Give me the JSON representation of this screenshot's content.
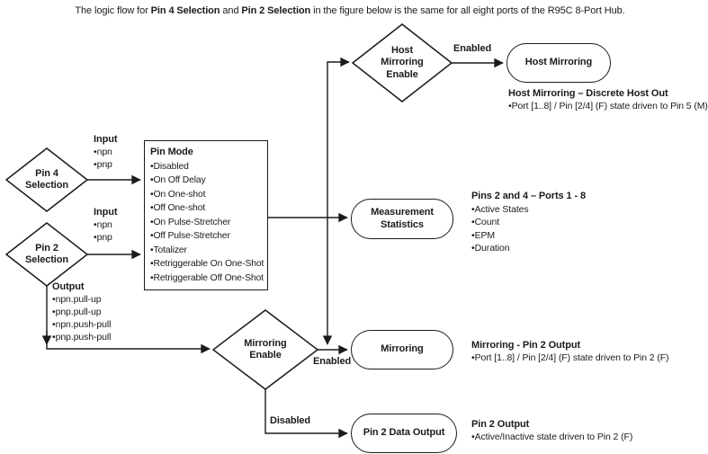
{
  "page": {
    "title": {
      "prefix": "The logic flow for ",
      "bold1": "Pin 4 Selection",
      "mid": " and ",
      "bold2": "Pin 2 Selection",
      "suffix": " in the figure below is the same for all eight ports of the R95C 8-Port Hub."
    }
  },
  "nodes": {
    "pin4_selection": {
      "line1": "Pin 4",
      "line2": "Selection"
    },
    "pin2_selection": {
      "line1": "Pin 2",
      "line2": "Selection"
    },
    "pin_mode": {
      "title": "Pin Mode",
      "items": [
        "Disabled",
        "On Off Delay",
        "On One-shot",
        "Off One-shot",
        "On Pulse-Stretcher",
        "Off Pulse-Stretcher",
        "Totalizer",
        "Retriggerable On One-Shot",
        "Retriggerable Off One-Shot"
      ]
    },
    "host_mirroring_enable": {
      "line1": "Host",
      "line2": "Mirroring",
      "line3": "Enable"
    },
    "host_mirroring": {
      "label": "Host Mirroring"
    },
    "measurement_statistics": {
      "line1": "Measurement",
      "line2": "Statistics"
    },
    "mirroring_enable": {
      "line1": "Mirroring",
      "line2": "Enable"
    },
    "mirroring": {
      "label": "Mirroring"
    },
    "pin2_data_output": {
      "label": "Pin 2 Data Output"
    }
  },
  "edge_labels": {
    "host_enabled": "Enabled",
    "mirroring_enabled": "Enabled",
    "mirroring_disabled": "Disabled"
  },
  "annotations": {
    "pin4_input": {
      "title": "Input",
      "items": [
        "npn",
        "pnp"
      ]
    },
    "pin2_input": {
      "title": "Input",
      "items": [
        "npn",
        "pnp"
      ]
    },
    "pin2_output_modes": {
      "title": "Output",
      "items": [
        "npn.pull-up",
        "pnp.pull-up",
        "npn.push-pull",
        "pnp.push-pull"
      ]
    },
    "host_mirroring_note": {
      "title": "Host Mirroring – Discrete Host Out",
      "items": [
        "Port [1..8] / Pin [2/4] (F) state driven to Pin 5 (M)"
      ]
    },
    "measurement_note": {
      "title": "Pins 2 and 4 – Ports 1 - 8",
      "items": [
        "Active States",
        "Count",
        "EPM",
        "Duration"
      ]
    },
    "mirroring_note": {
      "title": "Mirroring - Pin 2 Output",
      "items": [
        "Port [1..8] / Pin [2/4] (F) state driven to Pin 2 (F)"
      ]
    },
    "pin2_output_note": {
      "title": "Pin 2 Output",
      "items": [
        "Active/Inactive state driven to Pin 2 (F)"
      ]
    }
  },
  "colors": {
    "line": "#1b1b1b",
    "text": "#1b1b1b",
    "background": "#ffffff"
  }
}
